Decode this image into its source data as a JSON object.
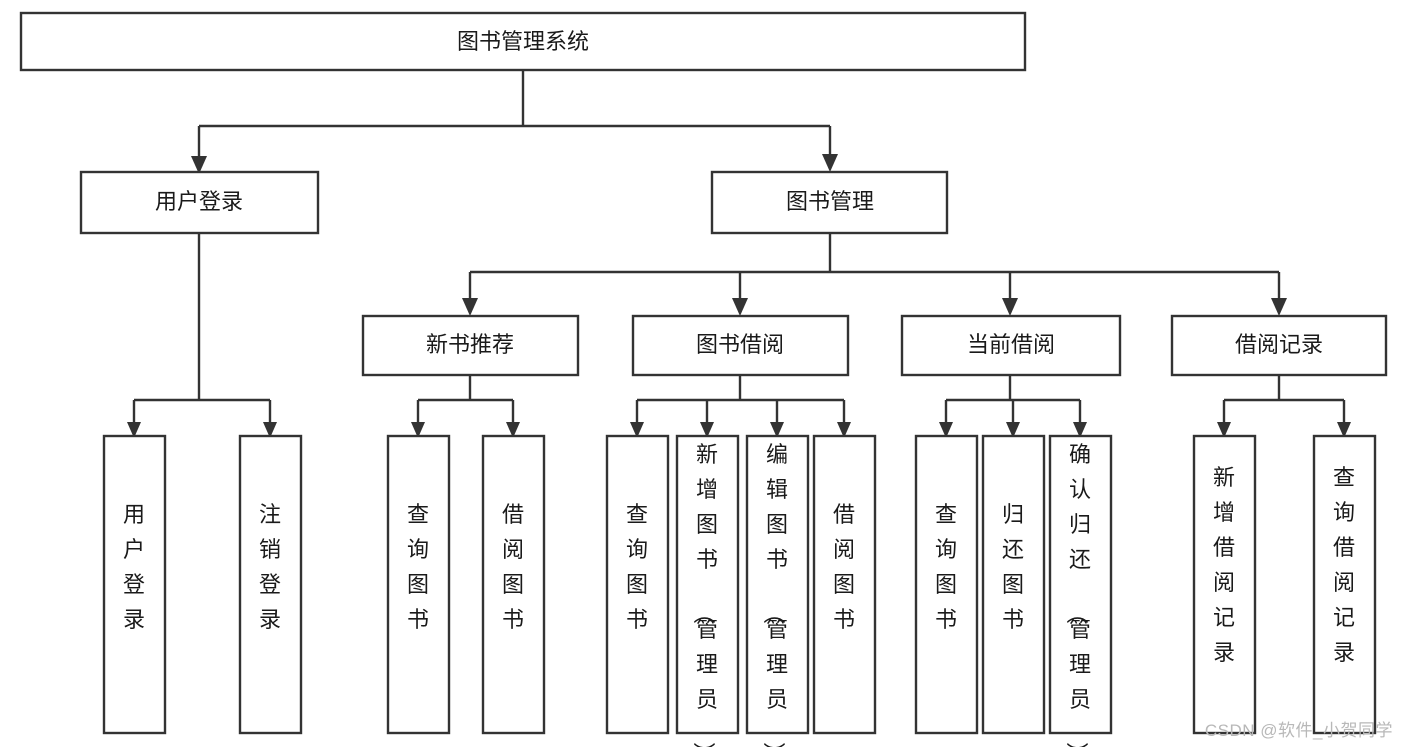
{
  "diagram": {
    "type": "tree-hierarchy-chart",
    "title": "图书管理系统",
    "watermark": "CSDN @软件_小贺同学",
    "colors": {
      "box_stroke": "#333333",
      "box_fill": "#ffffff",
      "text": "#1a1a1a",
      "background": "#ffffff",
      "watermark": "#b8b8b8"
    },
    "root": {
      "label": "图书管理系统"
    },
    "level1": [
      {
        "label": "用户登录"
      },
      {
        "label": "图书管理"
      }
    ],
    "level2": [
      {
        "label": "新书推荐",
        "parent": "图书管理"
      },
      {
        "label": "图书借阅",
        "parent": "图书管理"
      },
      {
        "label": "当前借阅",
        "parent": "图书管理"
      },
      {
        "label": "借阅记录",
        "parent": "图书管理"
      }
    ],
    "leaves": {
      "用户登录": [
        {
          "label": "用户登录"
        },
        {
          "label": "注销登录"
        }
      ],
      "新书推荐": [
        {
          "label": "查询图书"
        },
        {
          "label": "借阅图书"
        }
      ],
      "图书借阅": [
        {
          "label": "查询图书"
        },
        {
          "label": "新增图书（管理员）"
        },
        {
          "label": "编辑图书（管理员）"
        },
        {
          "label": "借阅图书"
        }
      ],
      "当前借阅": [
        {
          "label": "查询图书"
        },
        {
          "label": "归还图书"
        },
        {
          "label": "确认归还（管理员）"
        }
      ],
      "借阅记录": [
        {
          "label": "新增借阅记录"
        },
        {
          "label": "查询借阅记录"
        }
      ]
    },
    "leaf_labels_flat": [
      "用户登录",
      "注销登录",
      "查询图书",
      "借阅图书",
      "查询图书",
      "新增图书（管理员）",
      "编辑图书（管理员）",
      "借阅图书",
      "查询图书",
      "归还图书",
      "确认归还（管理员）",
      "新增借阅记录",
      "查询借阅记录"
    ]
  }
}
